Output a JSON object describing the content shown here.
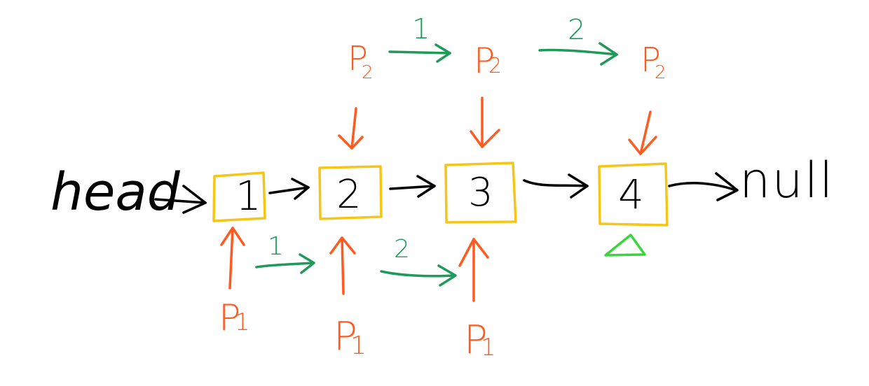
{
  "colors": {
    "ink": "#000000",
    "node_border": "#f5c518",
    "pointer": "#ff5a1f",
    "step": "#1f9a5a",
    "marker": "#39d63a"
  },
  "labels": {
    "head": "head",
    "null": "null"
  },
  "nodes": [
    "1",
    "2",
    "3",
    "4"
  ],
  "pointers": {
    "p1": {
      "letter": "P",
      "sub": "1"
    },
    "p2": {
      "letter": "P",
      "sub": "2"
    }
  },
  "steps": {
    "top": [
      "1",
      "2"
    ],
    "bottom": [
      "1",
      "2"
    ]
  }
}
